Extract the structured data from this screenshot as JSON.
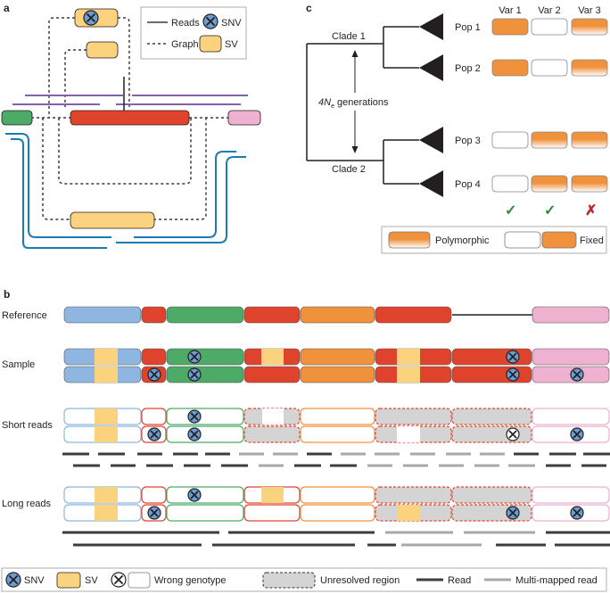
{
  "panels": {
    "a": "a",
    "b": "b",
    "c": "c"
  },
  "panel_a_legend": {
    "reads": "Reads",
    "graph": "Graph",
    "snv": "SNV",
    "sv": "SV"
  },
  "panel_b": {
    "row_labels": [
      "Reference",
      "Sample",
      "Short reads",
      "Long reads"
    ]
  },
  "panel_c": {
    "clade1": "Clade 1",
    "clade2": "Clade 2",
    "generations_prefix": "4N",
    "generations_sub": "e",
    "generations_suffix": " generations",
    "var_headers": [
      "Var 1",
      "Var 2",
      "Var 3"
    ],
    "pops": [
      "Pop 1",
      "Pop 2",
      "Pop 3",
      "Pop 4"
    ],
    "states": [
      [
        "fixed",
        "empty",
        "poly"
      ],
      [
        "fixed",
        "empty",
        "poly"
      ],
      [
        "empty",
        "poly",
        "poly"
      ],
      [
        "empty",
        "poly",
        "poly"
      ]
    ],
    "marks": [
      "✓",
      "✓",
      "✗"
    ],
    "mark_colors": [
      "#2e8b3e",
      "#2e8b3e",
      "#c0262d"
    ],
    "legend": {
      "polymorphic": "Polymorphic",
      "fixed": "Fixed"
    }
  },
  "bottom_legend": {
    "snv": "SNV",
    "sv": "SV",
    "wrong": "Wrong genotype",
    "unresolved": "Unresolved region",
    "read": "Read",
    "multi": "Multi-mapped read"
  },
  "colors": {
    "blue": "#8fb6e0",
    "red": "#e0432c",
    "green": "#4daa67",
    "orange": "#f0913c",
    "pink": "#eeb1cf",
    "yellow": "#fbd27e",
    "purple": "#8660a9",
    "teal": "#1a7cb7",
    "snv_fill": "#6c9dcf",
    "grey": "#d4d4d4",
    "dark": "#231f20"
  }
}
